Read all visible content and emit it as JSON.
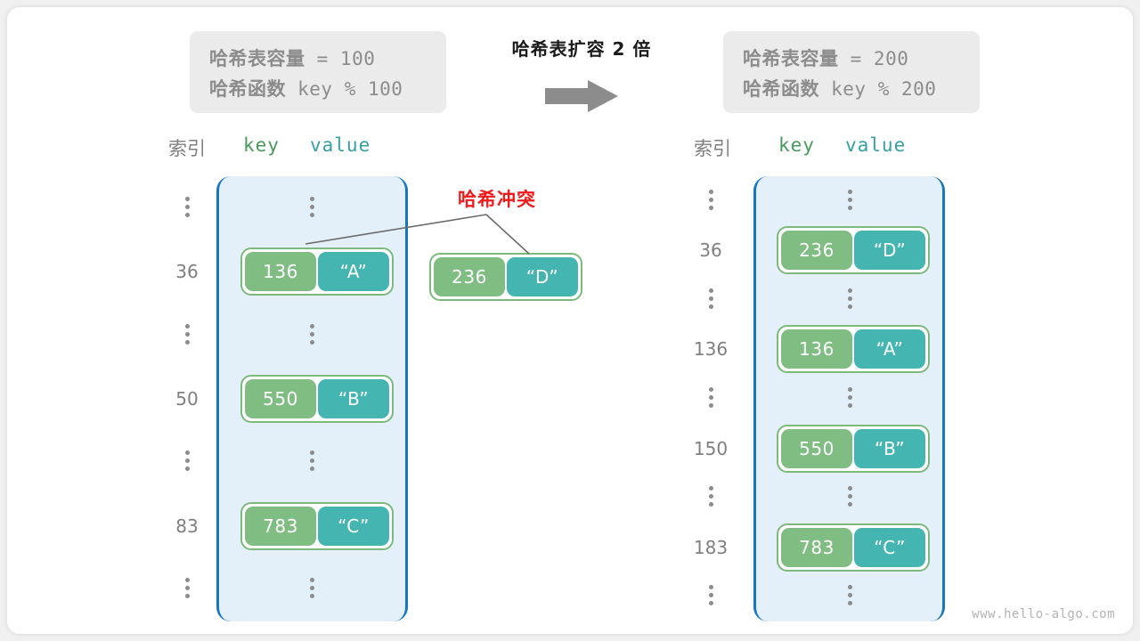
{
  "title": "哈希表扩容 2 倍",
  "colors": {
    "bucket_fill": "#e3f0fa",
    "bucket_border": "#1677c0",
    "key_cell": "#80bd82",
    "value_cell": "#45b5b2",
    "entry_border": "#7db97d",
    "collision_red": "#ef1b1b",
    "info_box_bg": "#ebebeb",
    "muted_text": "#8c8c8c"
  },
  "arrow": {
    "icon": "arrow-right-icon"
  },
  "left_panel": {
    "info": {
      "capacity_label": "哈希表容量",
      "capacity_expr": " = 100",
      "function_label": "哈希函数",
      "function_expr": " key % 100"
    },
    "headers": {
      "index": "索引",
      "key": "key",
      "value": "value"
    },
    "rows": [
      {
        "index": "⋮",
        "type": "dots"
      },
      {
        "index": "36",
        "type": "entry",
        "key": "136",
        "value": "“A”"
      },
      {
        "index": "⋮",
        "type": "dots"
      },
      {
        "index": "50",
        "type": "entry",
        "key": "550",
        "value": "“B”"
      },
      {
        "index": "⋮",
        "type": "dots"
      },
      {
        "index": "83",
        "type": "entry",
        "key": "783",
        "value": "“C”"
      },
      {
        "index": "⋮",
        "type": "dots"
      }
    ],
    "collision": {
      "label": "哈希冲突",
      "overflow_entry": {
        "key": "236",
        "value": "“D”"
      }
    }
  },
  "right_panel": {
    "info": {
      "capacity_label": "哈希表容量",
      "capacity_expr": " = 200",
      "function_label": "哈希函数",
      "function_expr": " key % 200"
    },
    "headers": {
      "index": "索引",
      "key": "key",
      "value": "value"
    },
    "rows": [
      {
        "index": "⋮",
        "type": "dots"
      },
      {
        "index": "36",
        "type": "entry",
        "key": "236",
        "value": "“D”"
      },
      {
        "index": "⋮",
        "type": "dots"
      },
      {
        "index": "136",
        "type": "entry",
        "key": "136",
        "value": "“A”"
      },
      {
        "index": "⋮",
        "type": "dots"
      },
      {
        "index": "150",
        "type": "entry",
        "key": "550",
        "value": "“B”"
      },
      {
        "index": "⋮",
        "type": "dots"
      },
      {
        "index": "183",
        "type": "entry",
        "key": "783",
        "value": "“C”"
      },
      {
        "index": "⋮",
        "type": "dots"
      }
    ]
  },
  "watermark": "www.hello-algo.com"
}
